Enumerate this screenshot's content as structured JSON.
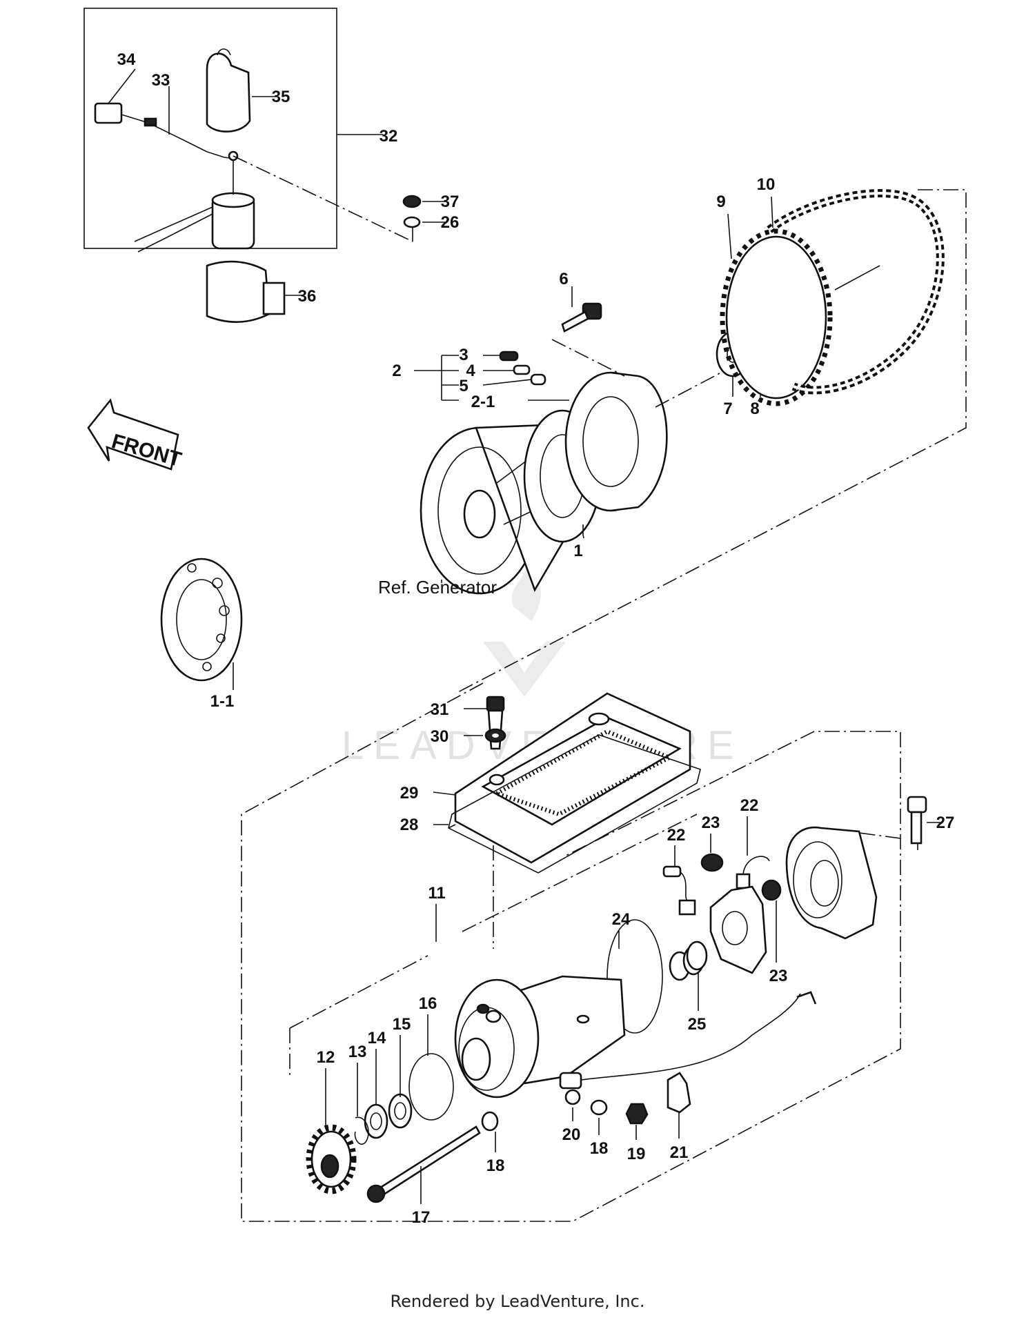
{
  "labels": {
    "p1": "1",
    "p1_1": "1-1",
    "p2": "2",
    "p2_1": "2-1",
    "p3": "3",
    "p4": "4",
    "p5": "5",
    "p6": "6",
    "p7": "7",
    "p8": "8",
    "p9": "9",
    "p10": "10",
    "p11": "11",
    "p12": "12",
    "p13": "13",
    "p14": "14",
    "p15": "15",
    "p16": "16",
    "p17": "17",
    "p18a": "18",
    "p18b": "18",
    "p19": "19",
    "p20": "20",
    "p21": "21",
    "p22a": "22",
    "p22b": "22",
    "p23a": "23",
    "p23b": "23",
    "p24": "24",
    "p25": "25",
    "p26": "26",
    "p27": "27",
    "p28": "28",
    "p29": "29",
    "p30": "30",
    "p31": "31",
    "p32": "32",
    "p33": "33",
    "p34": "34",
    "p35": "35",
    "p36": "36",
    "p37": "37"
  },
  "ref_generator": "Ref. Generator",
  "front_arrow": "FRONT",
  "watermark": "LEADVENTURE",
  "footer": "Rendered by LeadVenture, Inc."
}
